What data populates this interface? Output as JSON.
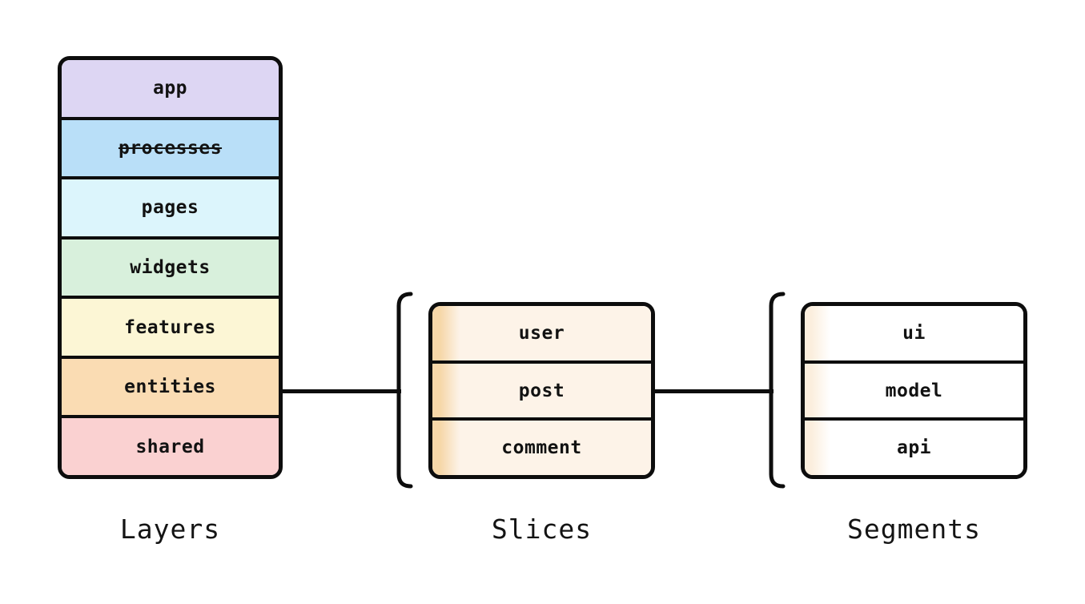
{
  "layers": {
    "caption": "Layers",
    "items": [
      {
        "label": "app",
        "color": "#ddd6f3",
        "strikethrough": false
      },
      {
        "label": "processes",
        "color": "#b9dff8",
        "strikethrough": true
      },
      {
        "label": "pages",
        "color": "#dcf5fc",
        "strikethrough": false
      },
      {
        "label": "widgets",
        "color": "#d8f0dc",
        "strikethrough": false
      },
      {
        "label": "features",
        "color": "#fcf6d5",
        "strikethrough": false
      },
      {
        "label": "entities",
        "color": "#fadcb3",
        "strikethrough": false
      },
      {
        "label": "shared",
        "color": "#fad1d1",
        "strikethrough": false
      }
    ]
  },
  "slices": {
    "caption": "Slices",
    "row_bg": "#fdf3e8",
    "row_strip": "#f6d7a9",
    "items": [
      {
        "label": "user"
      },
      {
        "label": "post"
      },
      {
        "label": "comment"
      }
    ]
  },
  "segments": {
    "caption": "Segments",
    "row_bg": "#ffffff",
    "row_strip": "#fbeedd",
    "items": [
      {
        "label": "ui"
      },
      {
        "label": "model"
      },
      {
        "label": "api"
      }
    ]
  },
  "style": {
    "border_color": "#0d0d0d",
    "background": "#ffffff"
  }
}
